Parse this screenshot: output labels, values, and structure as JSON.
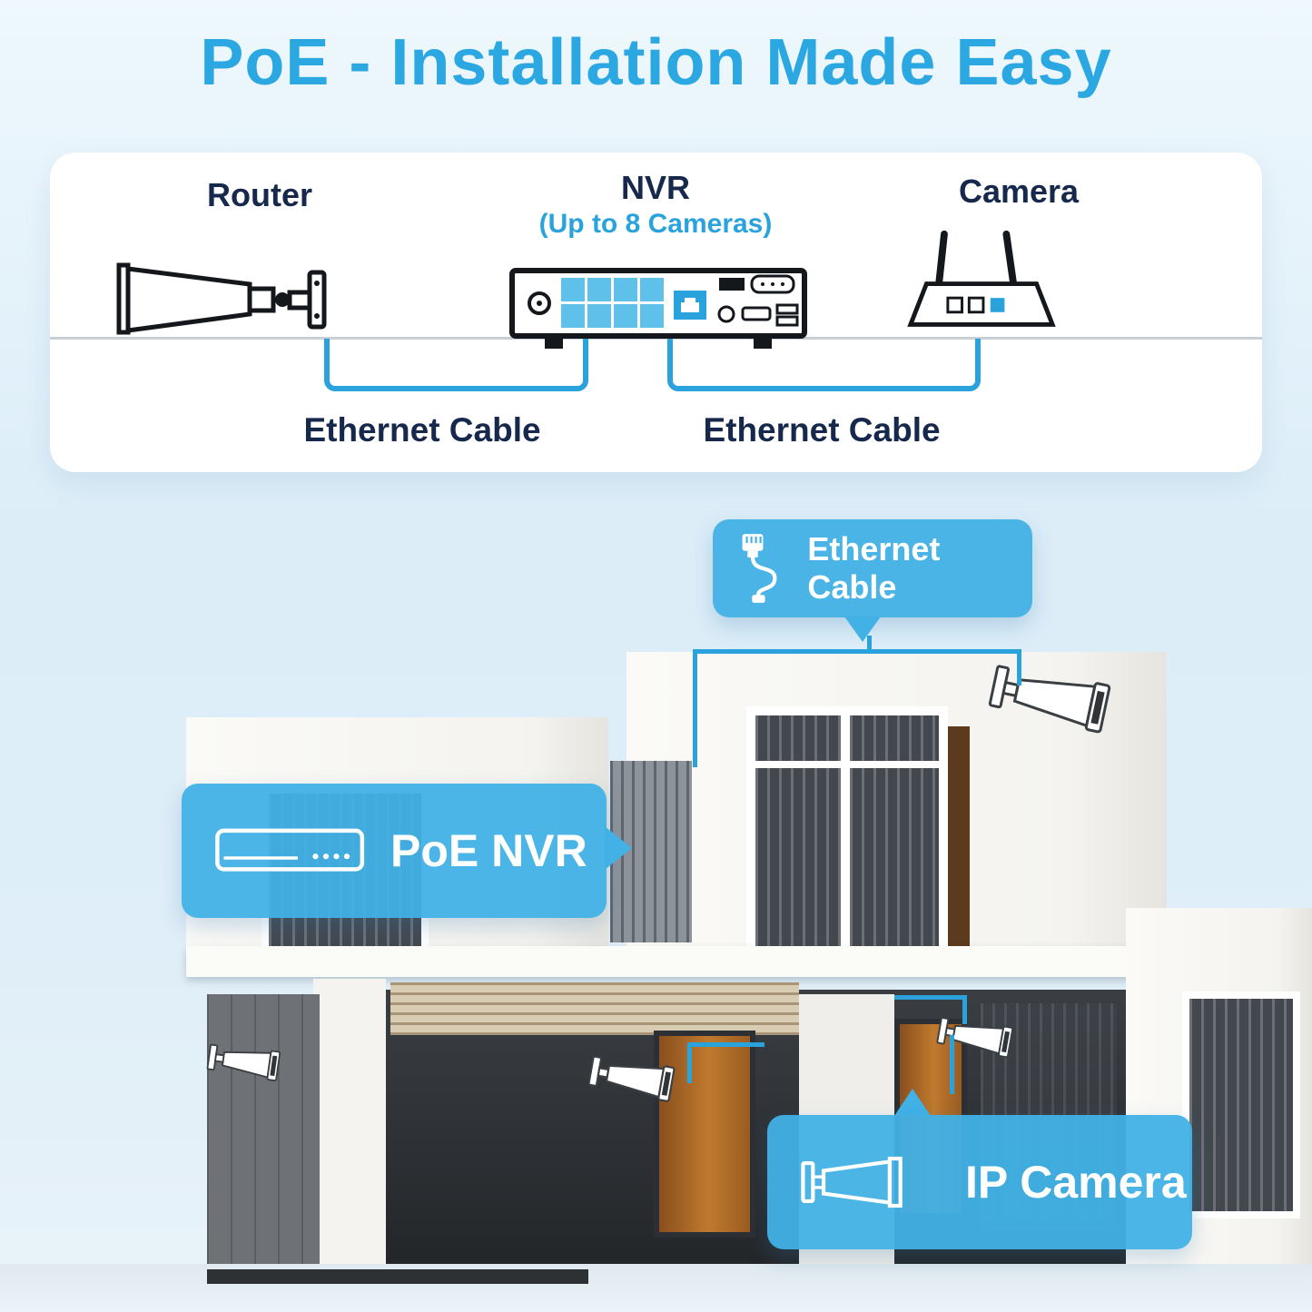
{
  "title": "PoE - Installation Made Easy",
  "colors": {
    "accent": "#2aa3dd",
    "navy": "#16284b",
    "callout_blue": "#41b1e6",
    "title_blue": "#2ba7e2"
  },
  "diagram": {
    "router_label": "Router",
    "nvr_label": "NVR",
    "nvr_sublabel": "(Up to 8 Cameras)",
    "camera_label": "Camera",
    "cable_left_label": "Ethernet Cable",
    "cable_right_label": "Ethernet Cable"
  },
  "callouts": {
    "ethernet": "Ethernet Cable",
    "nvr": "PoE NVR",
    "ip_camera": "IP Camera"
  },
  "icons": {
    "diagram": [
      "bullet-camera-illustration",
      "nvr-illustration",
      "router-illustration"
    ],
    "callouts": [
      "ethernet-cable-icon",
      "nvr-icon",
      "ip-camera-icon"
    ],
    "scene": [
      "security-camera-icon"
    ]
  }
}
